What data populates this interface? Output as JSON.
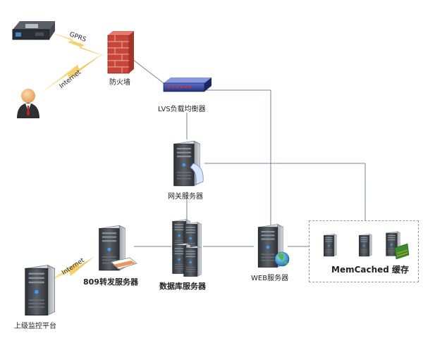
{
  "nodes": {
    "gps_device": {
      "icon": "gps-terminal-icon"
    },
    "user": {
      "icon": "user-icon"
    },
    "firewall": {
      "label": "防火墙",
      "icon": "firewall-icon"
    },
    "lvs": {
      "label": "LVS负载均衡器",
      "icon": "load-balancer-icon"
    },
    "gateway": {
      "label": "网关服务器",
      "icon": "server-icon"
    },
    "forwarder": {
      "label": "809转发服务器",
      "icon": "server-icon"
    },
    "database": {
      "label": "数据库服务器",
      "icon": "server-cluster-icon"
    },
    "web": {
      "label": "WEB服务器",
      "icon": "web-server-icon"
    },
    "upper_platform": {
      "label": "上级监控平台",
      "icon": "server-icon"
    },
    "memcached": {
      "label": "MemCached 缓存",
      "icon": "server-icon"
    }
  },
  "links": {
    "gprs": "GPRS",
    "internet_user": "Internet",
    "internet_upper": "Internet"
  },
  "colors": {
    "link": "#6f8699",
    "wireless": "#f2c34a",
    "server_dark": "#3b3f45",
    "server_light": "#8b9199"
  }
}
